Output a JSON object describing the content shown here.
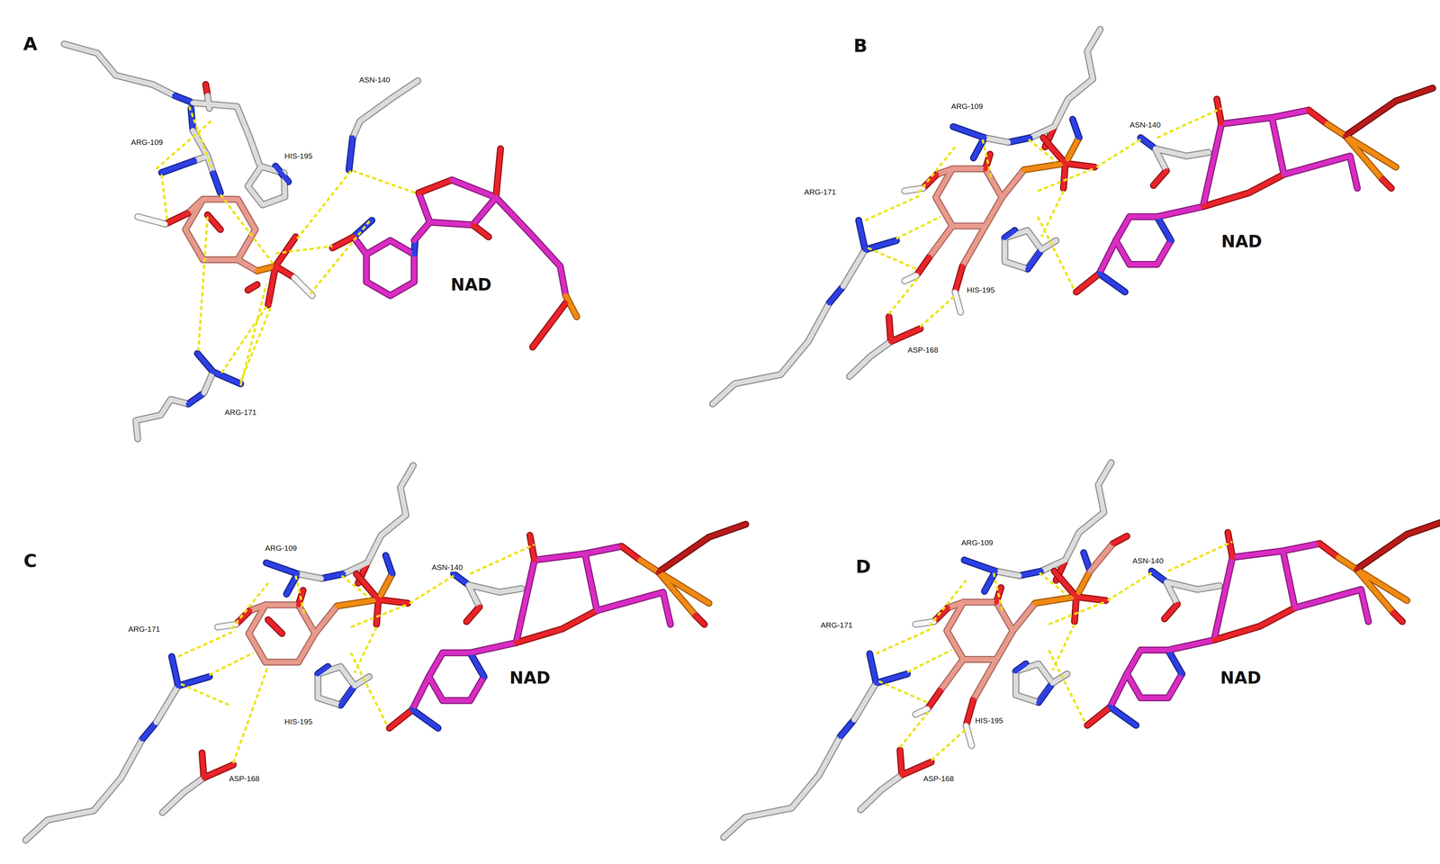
{
  "diagram": {
    "labels": [
      "A",
      "ARG-109",
      "ASN-140",
      "HIS-195",
      "NAD",
      "ARG-171",
      "B",
      "ARG-109",
      "ASN-140",
      "ARG-171",
      "NAD",
      "HIS-195",
      "ASP-168",
      "C",
      "ARG-109",
      "ASN-140",
      "ARG-171",
      "NAD",
      "HIS-195",
      "ASP-168",
      "D",
      "ARG-109",
      "ASN-140",
      "ARG-171",
      "NAD",
      "HIS-195",
      "ASP-168"
    ]
  }
}
